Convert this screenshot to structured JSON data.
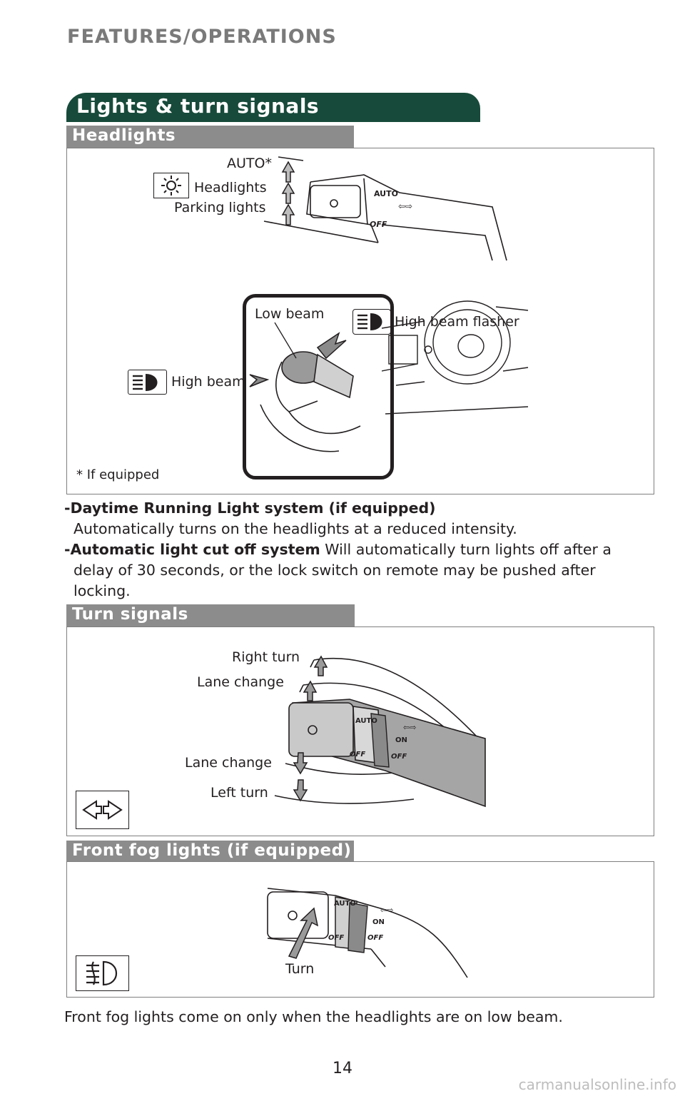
{
  "header": {
    "section": "FEATURES/OPERATIONS"
  },
  "banner": {
    "title": "Lights & turn signals"
  },
  "headlights": {
    "title": "Headlights",
    "labels": {
      "auto": "AUTO*",
      "headlights": "Headlights",
      "parking": "Parking lights",
      "low_beam": "Low beam",
      "high_beam": "High beam",
      "high_beam_flasher": "High beam flasher",
      "footnote": "* If equipped"
    },
    "switch_text": {
      "auto": "AUTO",
      "off": "OFF"
    },
    "icons": [
      "headlight-sun-icon",
      "high-beam-icon"
    ]
  },
  "body": {
    "drl_title": "-Daytime Running Light system (if equipped)",
    "drl_text": "Automatically turns on the headlights at a reduced intensity.",
    "cutoff_title": "-Automatic light cut off system",
    "cutoff_text1": " Will automatically turn lights off after a",
    "cutoff_text2": "delay of 30 seconds, or the lock switch on remote may be pushed after",
    "cutoff_text3": "locking."
  },
  "turn_signals": {
    "title": "Turn signals",
    "labels": {
      "right_turn": "Right turn",
      "lane_change_up": "Lane change",
      "lane_change_down": "Lane change",
      "left_turn": "Left turn"
    },
    "switch_text": {
      "auto": "AUTO",
      "off": "OFF",
      "on": "ON",
      "off2": "OFF"
    },
    "icons": [
      "turn-signal-arrows-icon"
    ]
  },
  "fog": {
    "title": "Front fog lights (if equipped)",
    "labels": {
      "turn": "Turn"
    },
    "switch_text": {
      "auto": "AUTO",
      "off": "OFF",
      "on": "ON",
      "off2": "OFF"
    },
    "icons": [
      "fog-light-icon"
    ],
    "note": "Front fog lights come on only when the headlights are on low beam."
  },
  "footer": {
    "page": "14",
    "watermark": "carmanualsonline.info"
  },
  "colors": {
    "banner": "#174a3a",
    "subbar": "#8c8c8c",
    "header": "#7a7a7a"
  }
}
